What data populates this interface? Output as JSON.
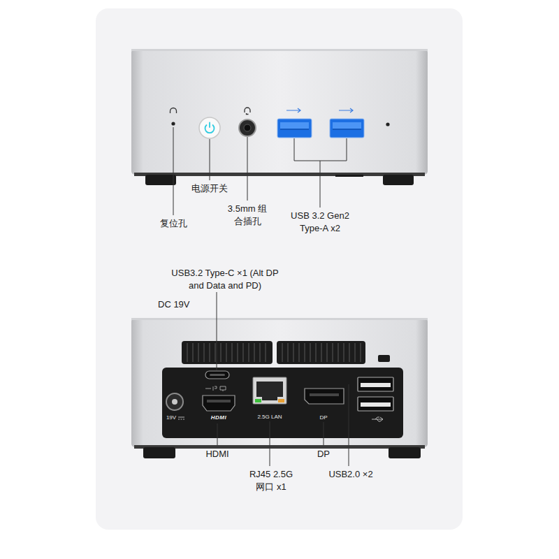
{
  "diagram": {
    "labels": [
      "复位孔",
      "电源开关",
      "3.5mm 组合插孔",
      "USB 3.2 Gen2 Type-A x2",
      "USB3.2 Type-C ×1 (Alt DP and Data and PD)",
      "DC 19V",
      "19V",
      "HDMI",
      "2.5G LAN",
      "DP",
      "HDMI",
      "DP",
      "RJ45 2.5G 网口 x1",
      "USB2.0 ×2"
    ]
  }
}
